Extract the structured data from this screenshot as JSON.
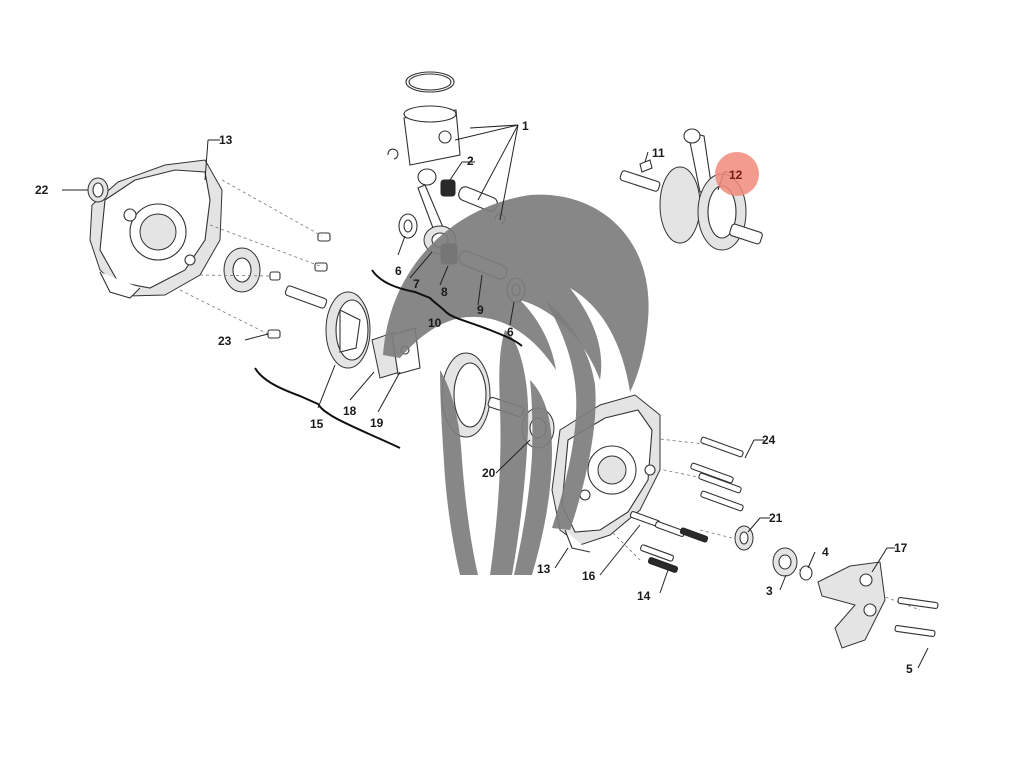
{
  "diagram": {
    "highlight_color": "#f08a7a",
    "watermark": "palm-tree-logo",
    "labels": {
      "p1": "1",
      "p2": "2",
      "p3": "3",
      "p4": "4",
      "p5": "5",
      "p6a": "6",
      "p6b": "6",
      "p7": "7",
      "p8": "8",
      "p9": "9",
      "p10": "10",
      "p11": "11",
      "p12": "12",
      "p13a": "13",
      "p13b": "13",
      "p14": "14",
      "p15": "15",
      "p16": "16",
      "p17": "17",
      "p18": "18",
      "p19": "19",
      "p20": "20",
      "p21": "21",
      "p22": "22",
      "p23": "23",
      "p24": "24"
    }
  }
}
